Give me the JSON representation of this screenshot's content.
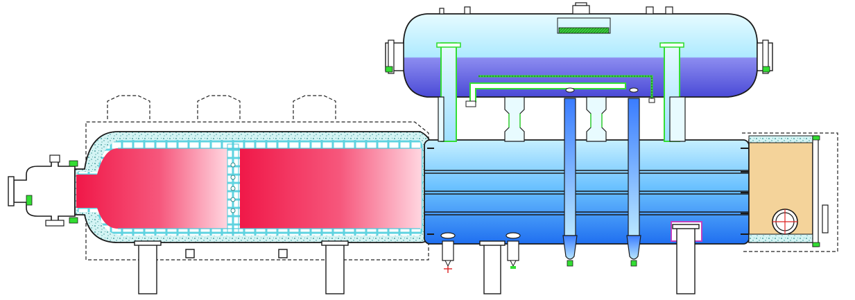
{
  "colors": {
    "background": "#ffffff",
    "outline": "#1a1a1a",
    "flame_start": "#f01848",
    "flame_end": "#ffd6e0",
    "refractory_fill": "#c8f0f0",
    "refractory_speckle": "#2a8a8a",
    "brick": "#ffffff",
    "brick_border": "#4cc9d9",
    "water_light": "#b8ecff",
    "water_mid": "#5ab0ff",
    "water_dark": "#1e6ff0",
    "steam_top": "#d8f7ff",
    "steam_water": "#6a6ae6",
    "green_weld": "#33dd33",
    "smokebox_fill": "#f4d39a",
    "violet_accent": "#c040c0",
    "red_mark": "#dd2222"
  },
  "components": [
    "burner-assembly",
    "combustion-chamber",
    "firebox-refractory-lining",
    "fire-tube-bank",
    "water-shell",
    "steam-drum",
    "riser-pipes",
    "downcomer-pipes",
    "smoke-box",
    "inspection-manway",
    "support-legs",
    "drain-valves",
    "exhaust-hoods"
  ]
}
